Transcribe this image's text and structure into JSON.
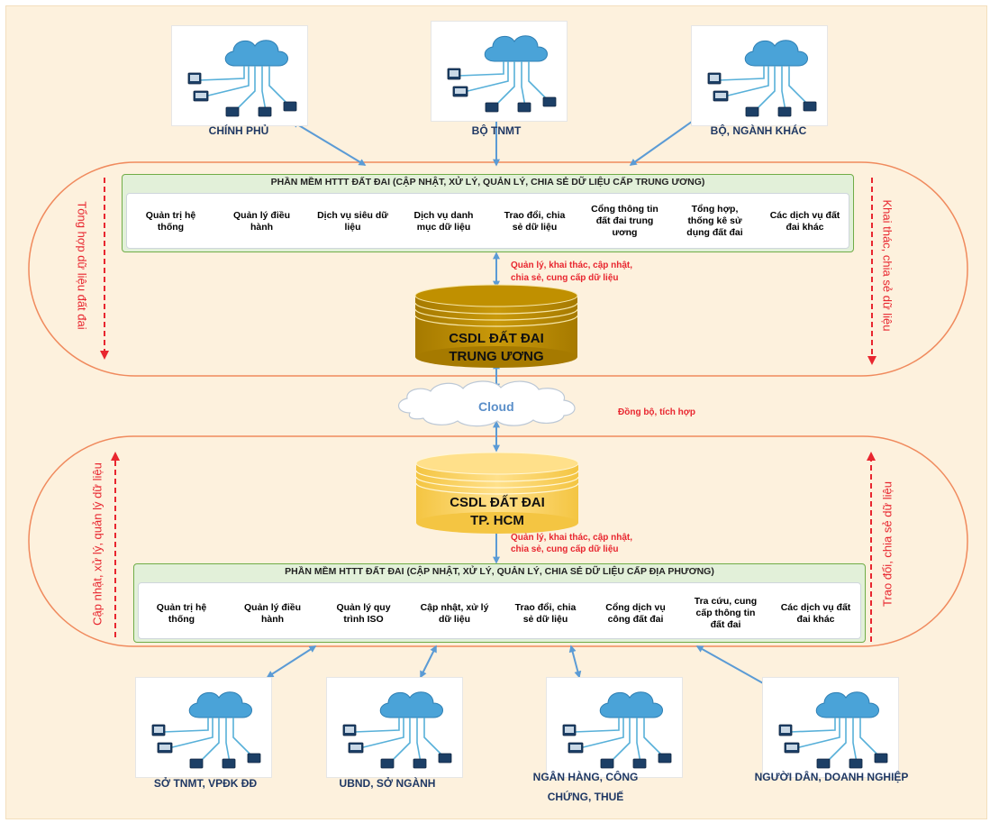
{
  "top": {
    "nodes": [
      {
        "label": "CHÍNH PHỦ"
      },
      {
        "label": "BỘ TNMT"
      },
      {
        "label": "BỘ, NGÀNH KHÁC"
      }
    ],
    "software_title": "PHẦN MỀM HTTT ĐẤT ĐAI (CẬP NHẬT, XỬ LÝ, QUẢN LÝ, CHIA SẺ DỮ LIỆU CẤP TRUNG ƯƠNG)",
    "modules": [
      {
        "label": "Quản trị hệ thống",
        "color": "#f0b400"
      },
      {
        "label": "Quản lý điều hành",
        "color": "#e06b27"
      },
      {
        "label": "Dịch vụ siêu dữ liệu",
        "color": "#6a8cc6"
      },
      {
        "label": "Dịch vụ danh mục dữ liệu",
        "color": "#5aa03c"
      },
      {
        "label": "Trao đổi, chia sẻ dữ liệu",
        "color": "#b4c7e7"
      },
      {
        "label": "Cổng thông tin đất đai trung ương",
        "color": "#ffc000"
      },
      {
        "label": "Tổng hợp, thống kê sử dụng đất đai",
        "color": "#aebfd9"
      },
      {
        "label": "Các dịch vụ đất đai khác",
        "color": "#aebfd9"
      }
    ],
    "left_side": "Tổng hợp dữ liệu đất đai",
    "right_side": "Khai thác, chia sẻ dữ liệu",
    "arrow_label_line1": "Quản lý, khai thác, cập nhật,",
    "arrow_label_line2": "chia sẻ, cung cấp dữ liệu",
    "db_line1": "CSDL ĐẤT ĐAI",
    "db_line2": "TRUNG ƯƠNG",
    "db_color": "#c09000"
  },
  "middle": {
    "cloud": "Cloud",
    "sync_label": "Đồng bộ, tích hợp"
  },
  "bottom": {
    "db_line1": "CSDL ĐẤT ĐAI",
    "db_line2": "TP. HCM",
    "db_color": "#ffd966",
    "arrow_label_line1": "Quản lý, khai thác, cập nhật,",
    "arrow_label_line2": "chia sẻ, cung cấp dữ liệu",
    "software_title": "PHẦN MỀM HTTT ĐẤT ĐAI (CẬP NHẬT, XỬ LÝ, QUẢN LÝ, CHIA SẺ DỮ LIỆU CẤP ĐỊA PHƯƠNG)",
    "modules": [
      {
        "label": "Quản trị hệ thống",
        "color": "#f0b400"
      },
      {
        "label": "Quản lý điều hành",
        "color": "#e06b27"
      },
      {
        "label": "Quản lý quy trình ISO",
        "color": "#6a8cc6"
      },
      {
        "label": "Cập nhật, xử lý dữ liệu",
        "color": "#5aa03c"
      },
      {
        "label": "Trao đổi, chia sẻ dữ liệu",
        "color": "#b4c7e7"
      },
      {
        "label": "Cổng dịch vụ công đất đai",
        "color": "#ffc000"
      },
      {
        "label": "Tra cứu, cung cấp thông tin đất đai",
        "color": "#aebfd9"
      },
      {
        "label": "Các dịch vụ đất đai khác",
        "color": "#aebfd9"
      }
    ],
    "left_side": "Cập nhật, xử lý, quản lý dữ liệu",
    "right_side": "Trao đổi, chia sẻ dữ liệu",
    "nodes": [
      {
        "label": "SỞ TNMT, VPĐK ĐĐ"
      },
      {
        "label": "UBND, SỞ NGÀNH"
      },
      {
        "label": "NGÂN HÀNG, CÔNG CHỨNG, THUẾ"
      },
      {
        "label": "NGƯỜI DÂN, DOANH NGHIỆP"
      }
    ]
  }
}
